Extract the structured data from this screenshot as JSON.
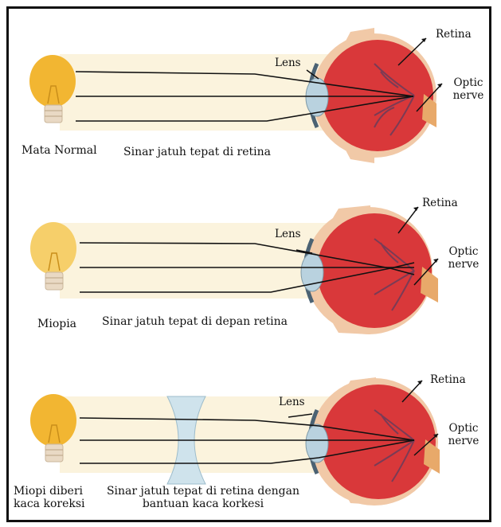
{
  "panels": [
    {
      "id": "normal",
      "condition_lines": [
        "Mata Normal"
      ],
      "description_lines": [
        "Sinar jatuh tepat di retina"
      ],
      "labels": {
        "lens": "Lens",
        "retina": "Retina",
        "optic_nerve": [
          "Optic",
          "nerve"
        ]
      }
    },
    {
      "id": "miopia",
      "condition_lines": [
        "Miopia"
      ],
      "description_lines": [
        "Sinar jatuh tepat di depan retina"
      ],
      "labels": {
        "lens": "Lens",
        "retina": "Retina",
        "optic_nerve": [
          "Optic",
          "nerve"
        ]
      }
    },
    {
      "id": "corrected",
      "condition_lines": [
        "Miopi diberi",
        "kaca koreksi"
      ],
      "description_lines": [
        "Sinar jatuh tepat di retina dengan",
        "bantuan kaca korkesi"
      ],
      "labels": {
        "lens": "Lens",
        "retina": "Retina",
        "optic_nerve": [
          "Optic",
          "nerve"
        ]
      }
    }
  ],
  "colors": {
    "bulb": "#f2b632",
    "bulb_light": "#f6cf6a",
    "beam": "#fbf3dd",
    "eye_red": "#d9383a",
    "eye_outer": "#f1c9a7",
    "vessel": "#7a3b55",
    "ray": "#111111",
    "corrective_lens": "#cfe3ec"
  }
}
